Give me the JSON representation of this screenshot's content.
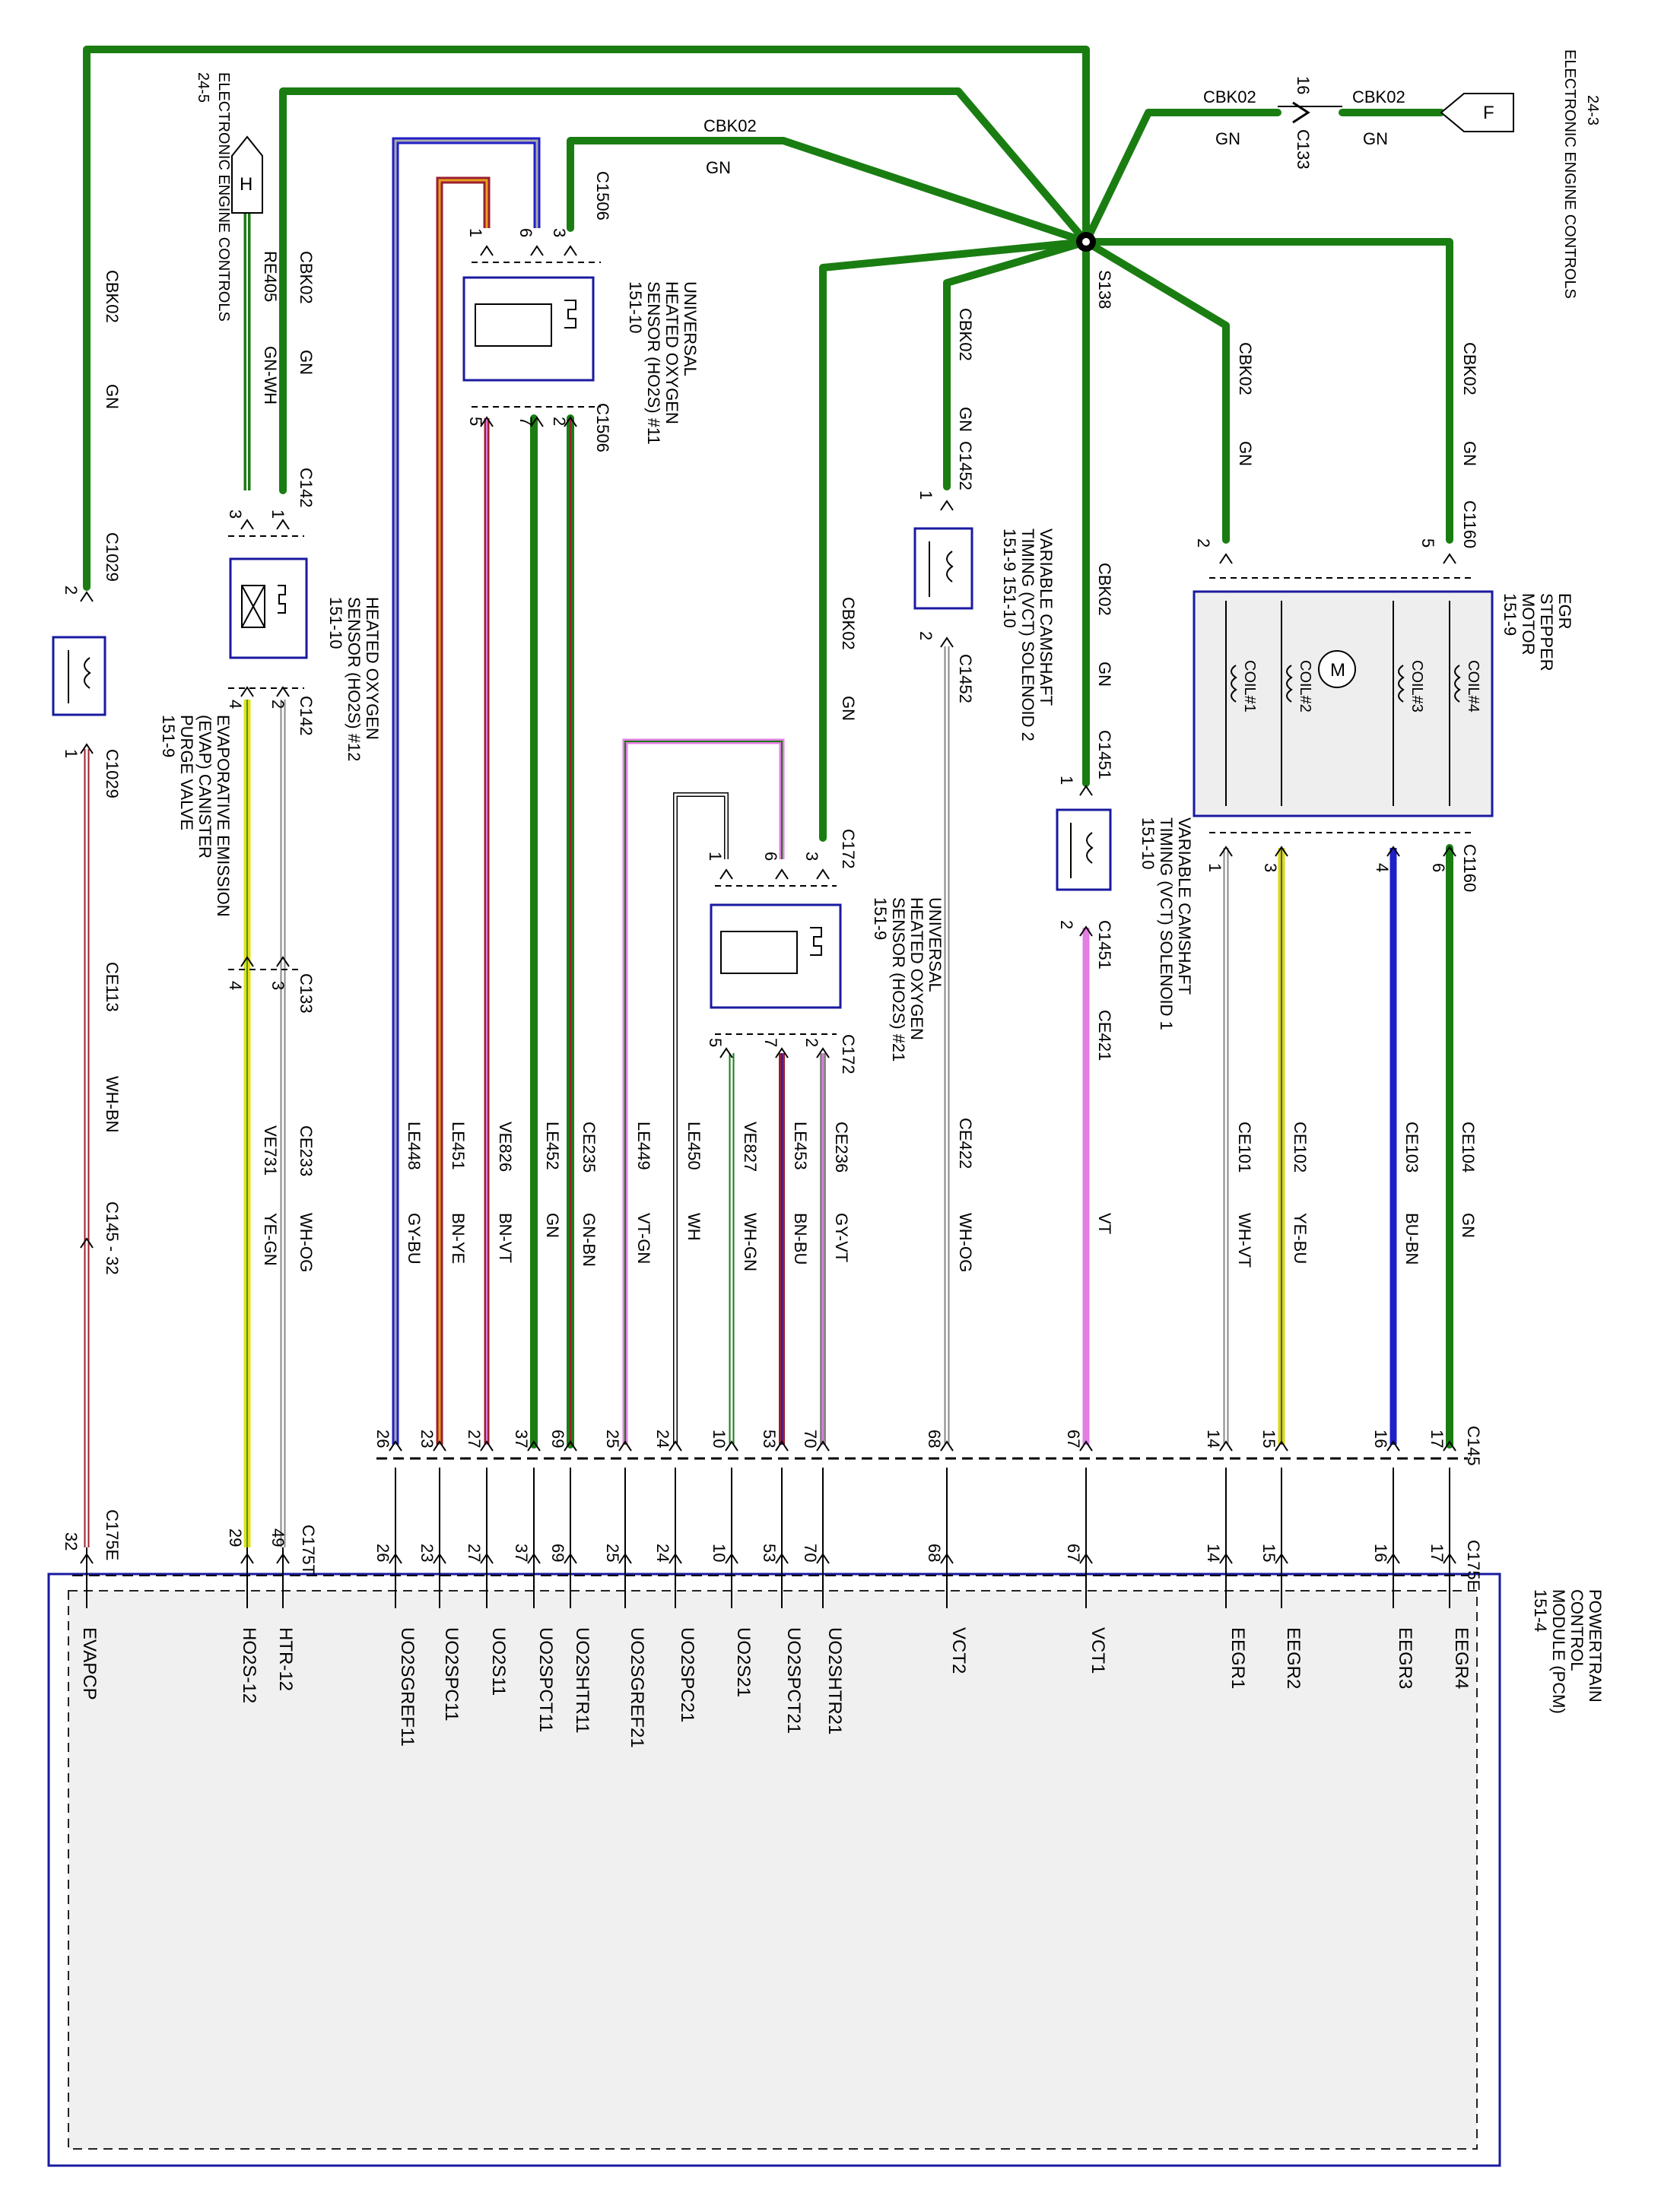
{
  "pcm": {
    "lines": [
      "POWERTRAIN",
      "CONTROL",
      "MODULE (PCM)",
      "151-4"
    ]
  },
  "eec_ref_top": {
    "ref": "24-5",
    "title": "ELECTRONIC ENGINE CONTROLS",
    "connector": "H"
  },
  "eec_ref_right": {
    "ref": "24-3",
    "title": "ELECTRONIC ENGINE CONTROLS",
    "connector": "F"
  },
  "splice": {
    "name": "S138"
  },
  "top_wires": {
    "main_circuit": "CBK02",
    "main_color": "GN",
    "main_conn": "C1506",
    "right_circuit_a": "CBK02",
    "right_color_a": "GN",
    "right_circuit_b": "CBK02",
    "right_color_b": "GN",
    "c133_pin": "16",
    "c133_name": "C133"
  },
  "evap": {
    "lines": [
      "EVAPORATIVE EMISSION",
      "(EVAP) CANISTER",
      "PURGE VALVE",
      "151-9"
    ],
    "feed_circuit": "CBK02",
    "feed_color": "GN",
    "conn_top": "C1029",
    "pin_top": "2",
    "conn_bottom": "C1029",
    "pin_bottom": "1",
    "wire_circuit": "CE113",
    "wire_color": "WH-BN",
    "splice_conn": "C145 - 32",
    "pcm_pin": "32",
    "pcm_conn": "C175E",
    "pcm_signal": "EVAPCP"
  },
  "ho2s12": {
    "lines": [
      "HEATED OXYGEN",
      "SENSOR (HO2S) #12",
      "151-10"
    ],
    "feed_a_circuit": "CBK02",
    "feed_a_color": "GN",
    "feed_b_circuit": "RE405",
    "feed_b_color": "GN-WH",
    "conn_top": "C142",
    "pin_1": "1",
    "pin_3": "3",
    "conn_bottom": "C142",
    "pin_2": "2",
    "pin_4": "4",
    "c133_name": "C133",
    "c133_pin_3": "3",
    "c133_pin_4": "4",
    "wire_a_circuit": "CE233",
    "wire_a_color": "WH-OG",
    "wire_b_circuit": "VE731",
    "wire_b_color": "YE-GN",
    "pcm_pin_a": "49",
    "pcm_pin_b": "29",
    "pcm_conn": "C175T",
    "pcm_signal_a": "HTR-12",
    "pcm_signal_b": "HO2S-12"
  },
  "uho2s11": {
    "lines": [
      "UNIVERSAL",
      "HEATED OXYGEN",
      "SENSOR (HO2S) #11",
      "151-10"
    ],
    "conn_top": "C1506",
    "conn_bottom": "C1506",
    "pins_top": [
      "1",
      "6",
      "3"
    ],
    "pins_bottom": [
      "5",
      "7",
      "2"
    ]
  },
  "uho2s21": {
    "lines": [
      "UNIVERSAL",
      "HEATED OXYGEN",
      "SENSOR (HO2S) #21",
      "151-9"
    ],
    "conn_top": "C172",
    "conn_bottom": "C172",
    "feed_circuit": "CBK02",
    "feed_color": "GN",
    "pins_top": [
      "1",
      "6",
      "3"
    ],
    "pins_bottom": [
      "5",
      "7",
      "2"
    ]
  },
  "vct2": {
    "lines": [
      "VARIABLE CAMSHAFT",
      "TIMING (VCT) SOLENOID 2",
      "151-9   151-10"
    ],
    "feed_circuit": "CBK02",
    "feed_color": "GN",
    "conn_top": "C1452",
    "pin_top": "1",
    "conn_bottom": "C1452",
    "pin_bottom": "2",
    "wire_circuit": "CE422",
    "wire_color": "WH-OG"
  },
  "vct1": {
    "lines": [
      "VARIABLE CAMSHAFT",
      "TIMING (VCT) SOLENOID 1",
      "151-10"
    ],
    "feed_circuit": "CBK02",
    "feed_color": "GN",
    "conn_top": "C1451",
    "pin_top": "1",
    "conn_bottom": "C1451",
    "pin_bottom": "2",
    "wire_circuit": "CE421",
    "wire_color": "VT"
  },
  "egr": {
    "lines": [
      "EGR",
      "STEPPER",
      "MOTOR",
      "151-9"
    ],
    "coils": [
      "COIL#1",
      "COIL#2",
      "COIL#3",
      "COIL#4"
    ],
    "motor": "M",
    "feed_a_circuit": "CBK02",
    "feed_a_color": "GN",
    "feed_b_circuit": "CBK02",
    "feed_b_color": "GN",
    "conn_top": "C1160",
    "pin_2": "2",
    "pin_5": "5",
    "conn_bottom": "C1160",
    "pins_bottom": [
      "1",
      "3",
      "4",
      "6"
    ]
  },
  "bus": {
    "conn_upper": "C145",
    "conn_lower": "C175E"
  },
  "wires": [
    {
      "circuit": "LE448",
      "color": "GY-BU",
      "c145": "26",
      "c175": "26",
      "signal": "UO2SGREF11"
    },
    {
      "circuit": "LE451",
      "color": "BN-YE",
      "c145": "23",
      "c175": "23",
      "signal": "UO2SPC11"
    },
    {
      "circuit": "VE826",
      "color": "BN-VT",
      "c145": "27",
      "c175": "27",
      "signal": "UO2S11"
    },
    {
      "circuit": "LE452",
      "color": "GN",
      "c145": "37",
      "c175": "37",
      "signal": "UO2SPCT11"
    },
    {
      "circuit": "CE235",
      "color": "GN-BN",
      "c145": "69",
      "c175": "69",
      "signal": "UO2SHTR11"
    },
    {
      "circuit": "LE449",
      "color": "VT-GN",
      "c145": "25",
      "c175": "25",
      "signal": "UO2SGREF21"
    },
    {
      "circuit": "LE450",
      "color": "WH",
      "c145": "24",
      "c175": "24",
      "signal": "UO2SPC21"
    },
    {
      "circuit": "VE827",
      "color": "WH-GN",
      "c145": "10",
      "c175": "10",
      "signal": "UO2S21"
    },
    {
      "circuit": "LE453",
      "color": "BN-BU",
      "c145": "53",
      "c175": "53",
      "signal": "UO2SPCT21"
    },
    {
      "circuit": "CE236",
      "color": "GY-VT",
      "c145": "70",
      "c175": "70",
      "signal": "UO2SHTR21"
    },
    {
      "circuit": "CE422",
      "color": "WH-OG",
      "c145": "68",
      "c175": "68",
      "signal": "VCT2"
    },
    {
      "circuit": "CE421",
      "color": "VT",
      "c145": "67",
      "c175": "67",
      "signal": "VCT1"
    },
    {
      "circuit": "CE101",
      "color": "WH-VT",
      "c145": "14",
      "c175": "14",
      "signal": "EEGR1"
    },
    {
      "circuit": "CE102",
      "color": "YE-BU",
      "c145": "15",
      "c175": "15",
      "signal": "EEGR2"
    },
    {
      "circuit": "CE103",
      "color": "BU-BN",
      "c145": "16",
      "c175": "16",
      "signal": "EEGR3"
    },
    {
      "circuit": "CE104",
      "color": "GN",
      "c145": "17",
      "c175": "17",
      "signal": "EEGR4"
    }
  ],
  "colors": {
    "gn": "#1a7d12",
    "border_blue": "#1a1aa0",
    "vt": "#e27ee2",
    "bu": "#2020c8",
    "ye": "#e0e020",
    "bn": "#9a2030"
  }
}
